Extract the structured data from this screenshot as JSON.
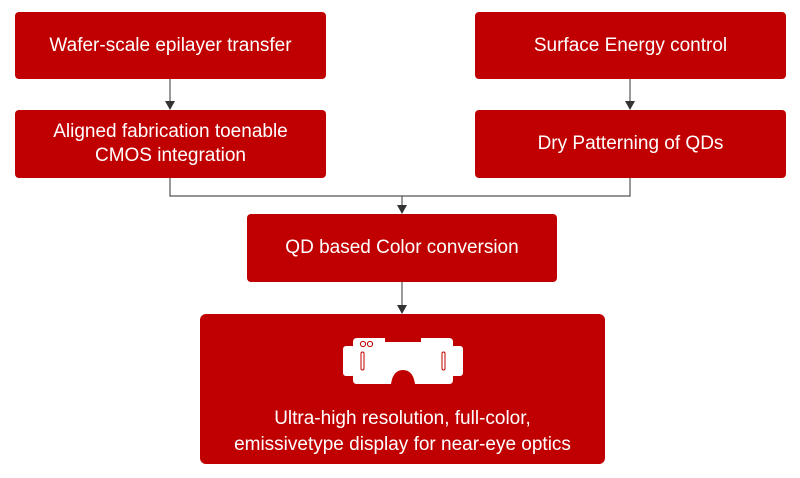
{
  "diagram": {
    "nodes": [
      {
        "id": "wafer",
        "label": "Wafer-scale epilayer transfer"
      },
      {
        "id": "surface",
        "label": "Surface Energy control"
      },
      {
        "id": "aligned",
        "label_lines": [
          "Aligned fabrication toenable",
          "CMOS integration"
        ]
      },
      {
        "id": "dry",
        "label": "Dry Patterning of QDs"
      },
      {
        "id": "qd",
        "label": "QD based Color conversion"
      },
      {
        "id": "display",
        "icon": "vr-headset-icon",
        "label_lines": [
          "Ultra-high resolution, full-color,",
          "emissivetype display for near-eye optics"
        ]
      }
    ],
    "edges": [
      [
        "wafer",
        "aligned"
      ],
      [
        "surface",
        "dry"
      ],
      [
        "aligned",
        "qd"
      ],
      [
        "dry",
        "qd"
      ],
      [
        "qd",
        "display"
      ]
    ],
    "colors": {
      "box": "#c00000",
      "text": "#ffffff",
      "connector": "#555555"
    }
  }
}
